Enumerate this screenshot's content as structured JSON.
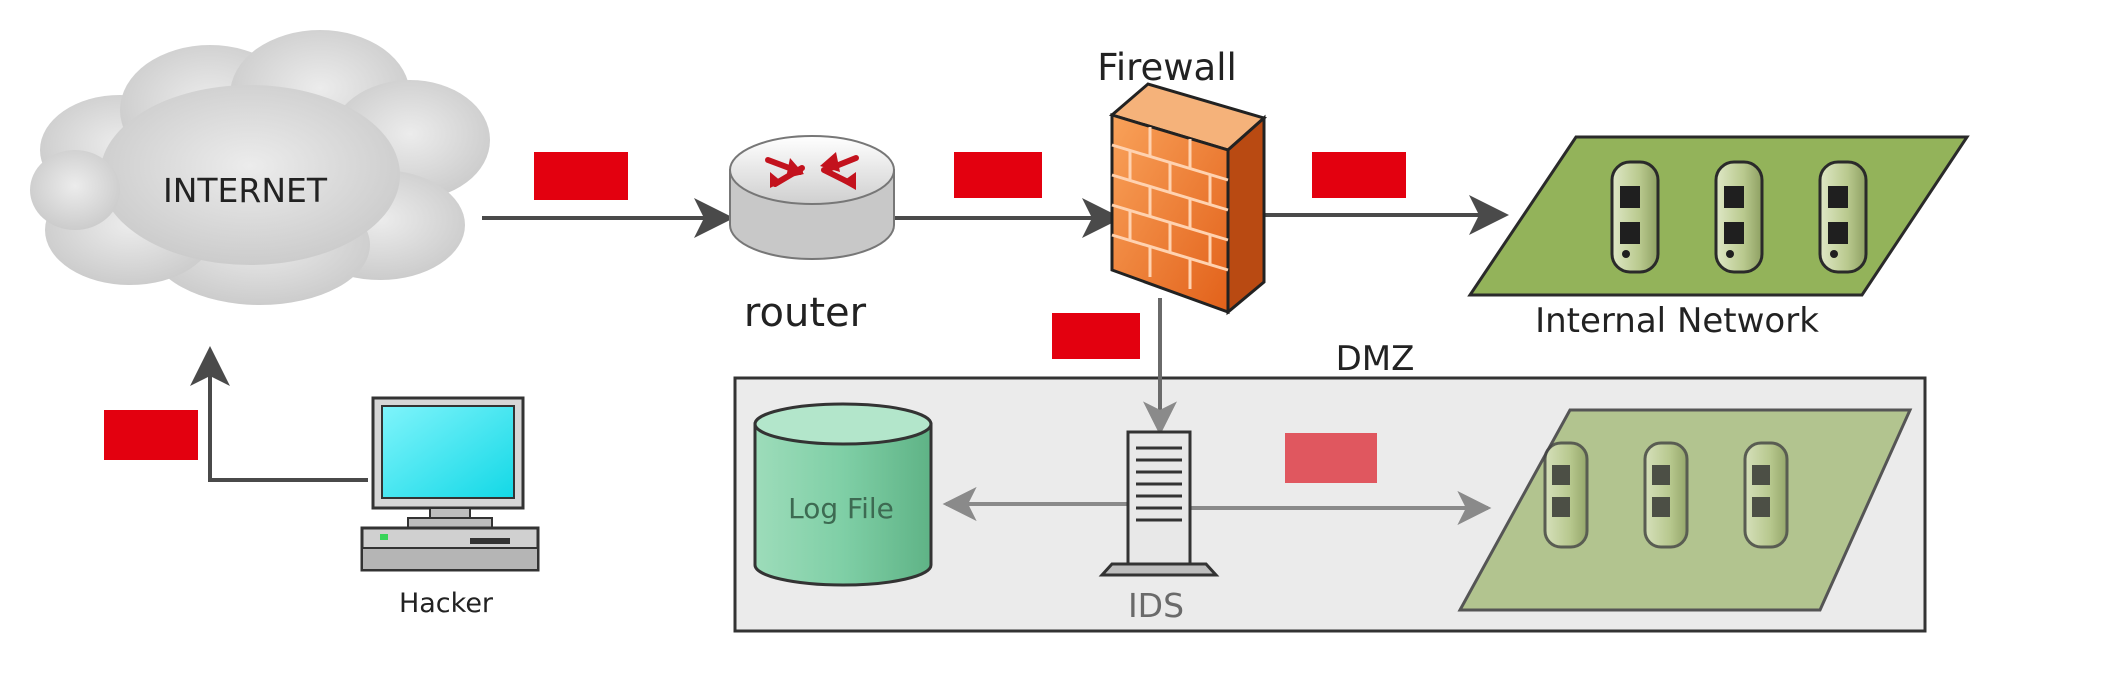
{
  "labels": {
    "internet": "INTERNET",
    "router": "router",
    "firewall": "Firewall",
    "internal_network": "Internal Network",
    "dmz": "DMZ",
    "log_file": "Log File",
    "ids": "IDS",
    "hacker": "Hacker"
  },
  "colors": {
    "packet": "#e3000f",
    "packet_faded": "#e0575f",
    "arrow": "#555555",
    "arrow_light": "#8a8a8a",
    "cloud": "#d9d9d9",
    "network_plane": "#93b35a",
    "network_plane_faded": "#b2c48f",
    "dmz_fill": "#ebebeb",
    "log_cylinder": "#7fcfa6",
    "firewall": "#f07a2a",
    "monitor_screen": "#33e8f2"
  }
}
